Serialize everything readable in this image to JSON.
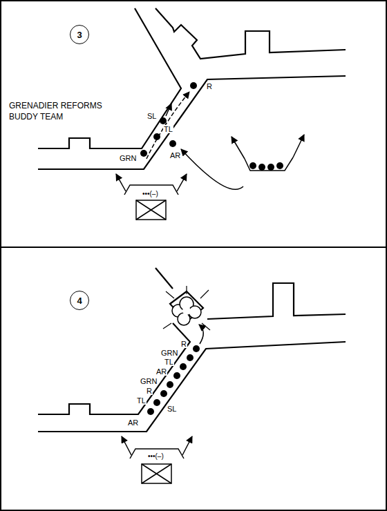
{
  "diagram": {
    "nodes": [
      {
        "text": [
          "3"
        ]
      },
      {
        "text": [
          "4"
        ]
      }
    ],
    "labels": [
      "GRENADIER REFORMS BUDDY TEAM",
      "R",
      "SL",
      "TL",
      "GRN",
      "AR",
      "•••(–)",
      "R",
      "GRN",
      "TL",
      "AR",
      "GRN",
      "R",
      "TL",
      "AR",
      "SL",
      "•••(–)"
    ]
  }
}
